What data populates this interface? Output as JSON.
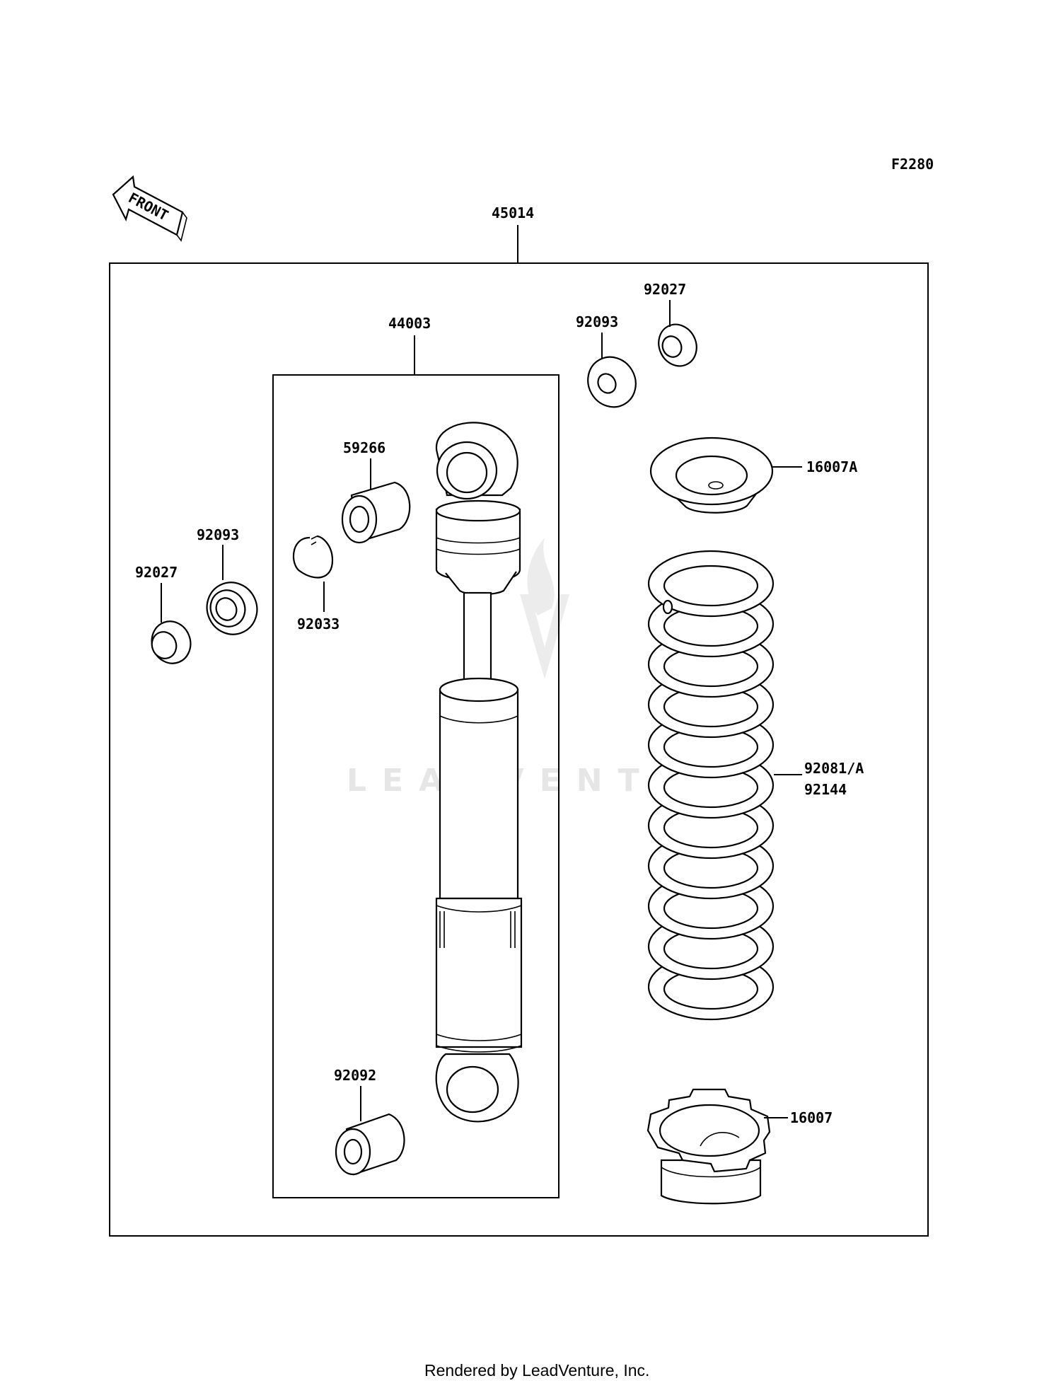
{
  "diagram": {
    "code": "F2280",
    "front_label": "FRONT",
    "watermark": "LEADVENTURE",
    "footer": "Rendered by LeadVenture, Inc.",
    "labels": {
      "assembly": "45014",
      "shock": "44003",
      "bushing_top": "59266",
      "circlip": "92033",
      "bushing_bottom": "92092",
      "collar_right": "92027",
      "seal_right": "92093",
      "collar_left": "92027",
      "seal_left": "92093",
      "spring_seat": "16007A",
      "spring_a": "92081/A",
      "spring_b": "92144",
      "adjuster_nut": "16007"
    }
  }
}
